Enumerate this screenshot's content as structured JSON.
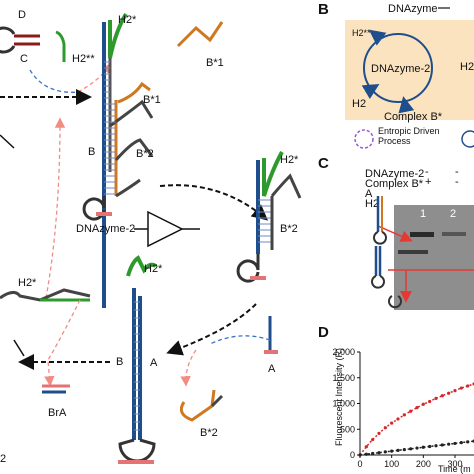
{
  "panel_a": {
    "top_left": {
      "strand_D": "D",
      "strand_C": "C",
      "h2_label": "H2**"
    },
    "top_complex": {
      "h2": "H2*",
      "b1": "B*1",
      "b2": "B*2",
      "b": "B"
    },
    "free_b1": "B*1",
    "right_complex": {
      "h2": "H2*",
      "b2": "B*2"
    },
    "dnazyme_label": "DNAzyme-2",
    "bottom_complex": {
      "h2": "H2*",
      "b": "B",
      "a": "A"
    },
    "free_a": "A",
    "free_b2": "B*2",
    "left_h2": "H2*",
    "bra": "BrA",
    "corner_cut": "2"
  },
  "panel_b": {
    "letter": "B",
    "top_cut": "DNAzyme",
    "center": "DNAzyme-2",
    "h2_top": "H2**",
    "h2": "H2",
    "complex": "Complex B*",
    "right_cut": "H2",
    "legend_entropic": "Entropic Driven\nProcess",
    "colors": {
      "box": "#fbe3c0",
      "arrow": "#1f4e8c",
      "legend_circle": "#9b59d6"
    }
  },
  "panel_c": {
    "letter": "C",
    "rows": [
      {
        "label": "DNAzyme-2",
        "l1": "-",
        "l2": "-"
      },
      {
        "label": "Complex B*",
        "l1": "+",
        "l2": "-"
      },
      {
        "label": "A",
        "l1": "",
        "l2": ""
      },
      {
        "label": "H2",
        "l1": "",
        "l2": ""
      }
    ],
    "lanes": [
      "1",
      "2"
    ]
  },
  "panel_d": {
    "letter": "D",
    "ylabel": "Fluorescent Intensity (R)",
    "xlabel": "Time (m",
    "chart_data": {
      "type": "scatter",
      "title": "",
      "xlabel": "Time (m",
      "ylabel": "Fluorescent Intensity (R)",
      "xlim": [
        0,
        360
      ],
      "ylim": [
        0,
        2000
      ],
      "x_ticks": [
        "0",
        "100",
        "200",
        "300"
      ],
      "y_ticks": [
        "0",
        "500",
        "1,000",
        "1,500",
        "2,000"
      ],
      "series": [
        {
          "color": "#d62728",
          "x": [
            0,
            20,
            40,
            60,
            80,
            100,
            120,
            140,
            160,
            180,
            200,
            220,
            240,
            260,
            280,
            300,
            320,
            340,
            360
          ],
          "y": [
            0,
            160,
            300,
            420,
            530,
            620,
            700,
            780,
            850,
            920,
            985,
            1040,
            1100,
            1150,
            1200,
            1250,
            1300,
            1340,
            1380
          ]
        },
        {
          "color": "#222222",
          "x": [
            0,
            20,
            40,
            60,
            80,
            100,
            120,
            140,
            160,
            180,
            200,
            220,
            240,
            260,
            280,
            300,
            320,
            340,
            360
          ],
          "y": [
            0,
            15,
            30,
            45,
            60,
            75,
            90,
            105,
            120,
            135,
            150,
            165,
            180,
            195,
            210,
            225,
            240,
            255,
            270
          ]
        }
      ]
    }
  }
}
